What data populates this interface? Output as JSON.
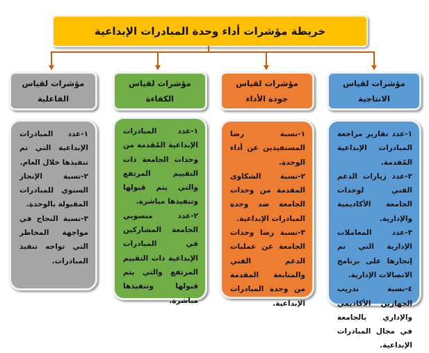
{
  "title": "خريطة مؤشرات أداء وحدة المبادرات الإبداعية",
  "colors": {
    "title": "#FFC000",
    "connector": "#C55A11",
    "gray": "#A5A5A5",
    "green": "#70AD47",
    "orange": "#ED7D31",
    "blue": "#5B9BD5"
  },
  "columns": [
    {
      "header": "مؤشرات لقياس الانتاجية",
      "items": [
        "١-عدد تقارير مراجعة المبادرات الإبداعية المُقدمة.",
        "٢-عدد زيارات الدعم الفني لوحدات الجامعة الأكاديمية والإدارية.",
        "٣-عدد المعاملات الإدارية التي تم إنجازها على برنامج الاتصالات الإدارية.",
        "٤-نسبة تدريب الجهازين الأكاديمي والإداري بالجامعة في مجال المبادرات الإبداعية."
      ]
    },
    {
      "header": "مؤشرات لقياس جودة الأداء",
      "items": [
        "١-نسبة رضا المستفيدين عن أداء الوحدة.",
        "٢-نسبة الشكاوى المقدمة من وحدات الجامعة ضد وحدة المبادرات الإبداعية.",
        "٣-نسبة رضا وحدات الجامعة عن عمليات الدعم الفني والمتابعة المقدمة من وحدة المبادرات الإبداعية."
      ]
    },
    {
      "header": "مؤشرات لقياس الكفاءة",
      "items": [
        "١-عدد المبادرات الإبداعية المُقدمة من وحدات الجامعة ذات التقييم المرتفع والتي يتم قبولها وتنفيذها مباشرة.",
        "٢-عدد منسوبي الجامعة المشاركين في المبادرات الإبداعية ذات التقييم المرتفع والتي يتم قبولها وتنفيذها مباشرة."
      ]
    },
    {
      "header": "مؤشرات لقياس الفاعلية",
      "items": [
        "١-عدد المبادرات الإبداعية التي تم تنفيذها خلال العام.",
        "٢-نسبة الإنجاز السنوي للمبادرات المقبولة بالوحدة.",
        "٣-نسبة النجاح في مواجهة المخاطر التي تواجه تنفيذ المبادرات."
      ]
    }
  ]
}
